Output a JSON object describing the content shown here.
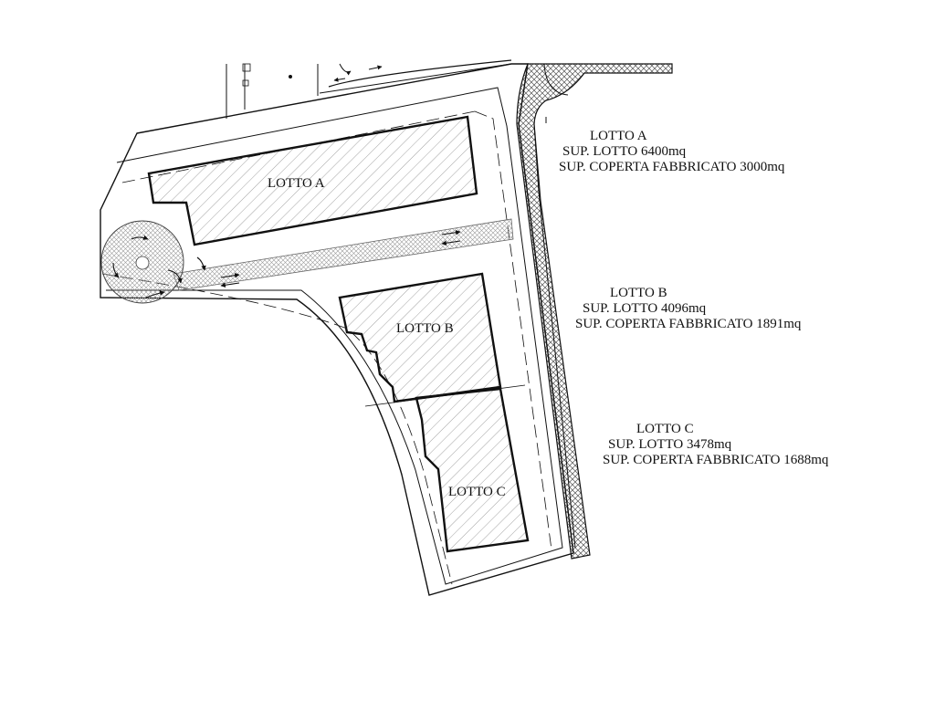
{
  "lots": [
    {
      "name": "LOTTO A",
      "plan_label": "LOTTO A",
      "area_line": "SUP. LOTTO 6400mq",
      "covered_line": "SUP. COPERTA FABBRICATO 3000mq"
    },
    {
      "name": "LOTTO B",
      "plan_label": "LOTTO B",
      "area_line": "SUP. LOTTO 4096mq",
      "covered_line": "SUP. COPERTA FABBRICATO 1891mq"
    },
    {
      "name": "LOTTO C",
      "plan_label": "LOTTO C",
      "area_line": "SUP. LOTTO 3478mq",
      "covered_line": "SUP. COPERTA FABBRICATO 1688mq"
    }
  ],
  "colors": {
    "line": "#111111",
    "hatch": "#777777",
    "crosshatch": "#555555"
  }
}
